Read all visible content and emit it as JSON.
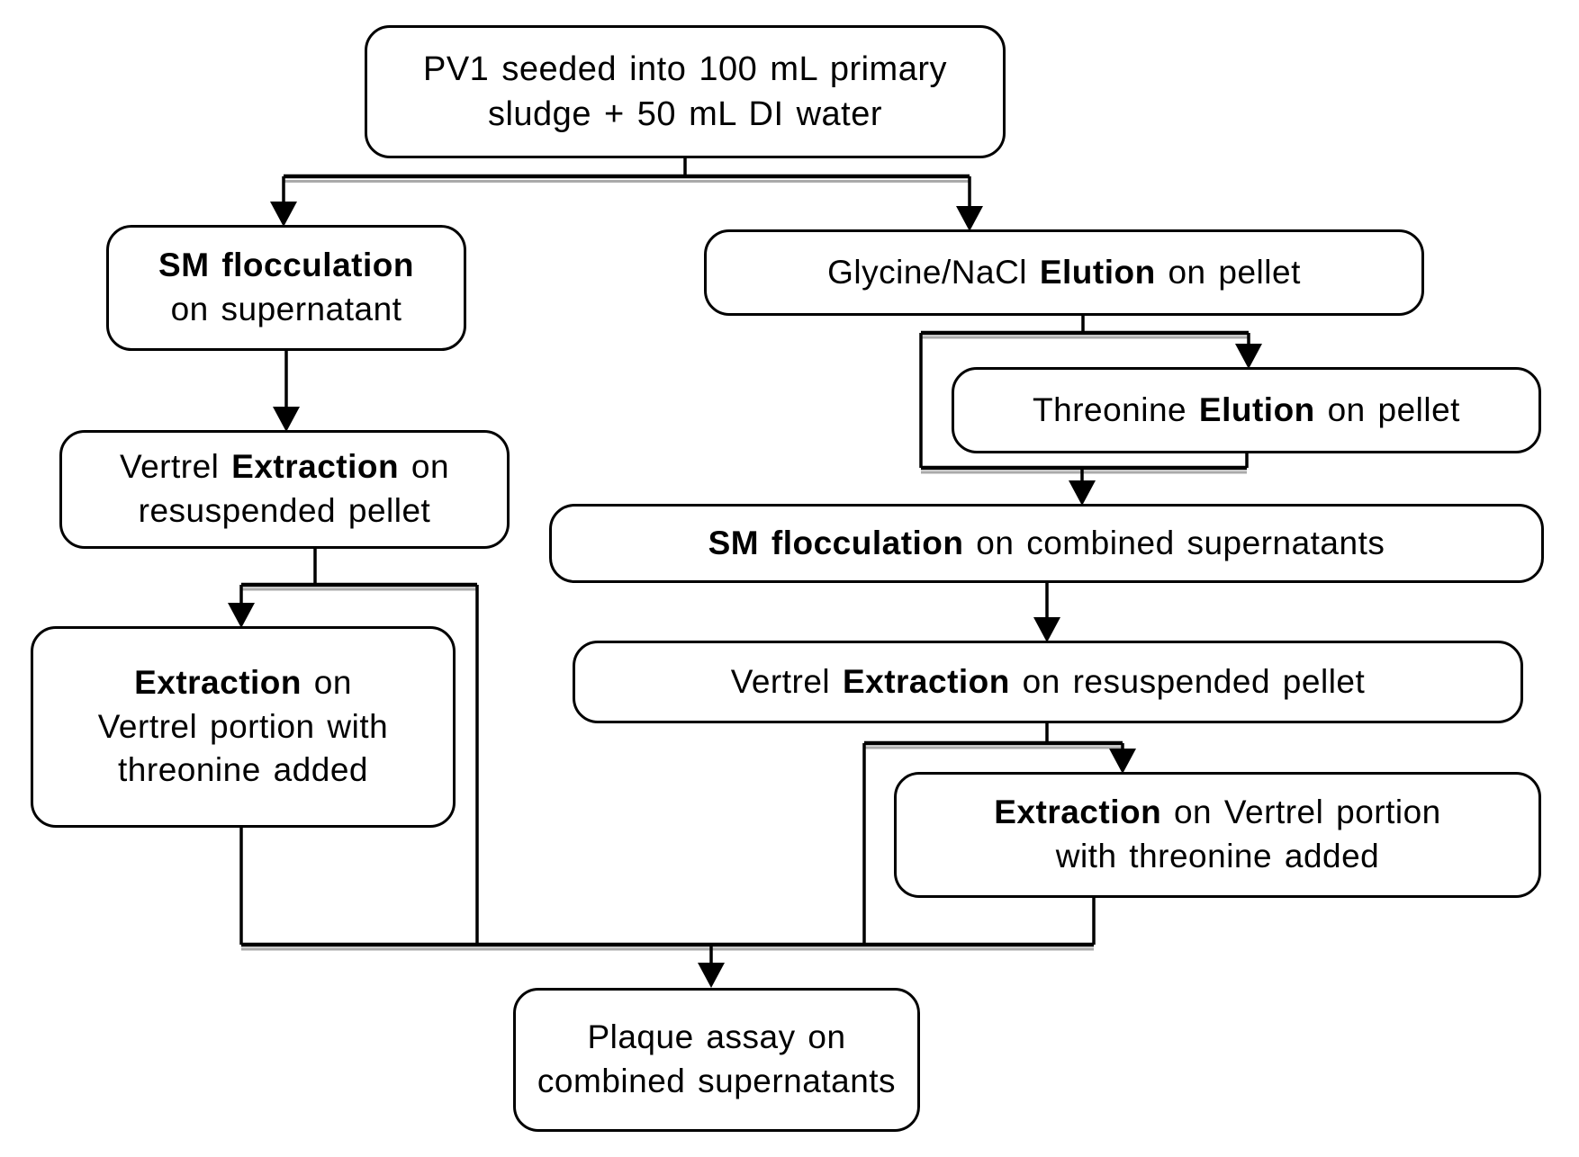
{
  "diagram": {
    "background_color": "#ffffff",
    "line_color": "#000000",
    "box_fill_color": "#ffffff",
    "nodes": {
      "seed": {
        "lines": [
          [
            {
              "text": "PV1 seeded into 100 mL primary",
              "bold": false
            }
          ],
          [
            {
              "text": "sludge + 50 mL DI water",
              "bold": false
            }
          ]
        ]
      },
      "sm_flocc_left": {
        "lines": [
          [
            {
              "text": "SM flocculation",
              "bold": true
            }
          ],
          [
            {
              "text": "on supernatant",
              "bold": false
            }
          ]
        ]
      },
      "vertrel_left": {
        "lines": [
          [
            {
              "text": "Vertrel ",
              "bold": false
            },
            {
              "text": "Extraction",
              "bold": true
            },
            {
              "text": " on",
              "bold": false
            }
          ],
          [
            {
              "text": "resuspended pellet",
              "bold": false
            }
          ]
        ]
      },
      "extraction_left": {
        "lines": [
          [
            {
              "text": "Extraction",
              "bold": true
            },
            {
              "text": " on",
              "bold": false
            }
          ],
          [
            {
              "text": "Vertrel portion with",
              "bold": false
            }
          ],
          [
            {
              "text": "threonine added",
              "bold": false
            }
          ]
        ]
      },
      "glycine": {
        "lines": [
          [
            {
              "text": "Glycine/NaCl ",
              "bold": false
            },
            {
              "text": "Elution",
              "bold": true
            },
            {
              "text": " on pellet",
              "bold": false
            }
          ]
        ]
      },
      "threonine": {
        "lines": [
          [
            {
              "text": "Threonine ",
              "bold": false
            },
            {
              "text": "Elution",
              "bold": true
            },
            {
              "text": " on pellet",
              "bold": false
            }
          ]
        ]
      },
      "sm_flocc_combined": {
        "lines": [
          [
            {
              "text": "SM flocculation",
              "bold": true
            },
            {
              "text": " on combined supernatants",
              "bold": false
            }
          ]
        ]
      },
      "vertrel_right": {
        "lines": [
          [
            {
              "text": "Vertrel ",
              "bold": false
            },
            {
              "text": "Extraction",
              "bold": true
            },
            {
              "text": " on resuspended pellet",
              "bold": false
            }
          ]
        ]
      },
      "extraction_right": {
        "lines": [
          [
            {
              "text": "Extraction",
              "bold": true
            },
            {
              "text": " on Vertrel portion",
              "bold": false
            }
          ],
          [
            {
              "text": "with threonine added",
              "bold": false
            }
          ]
        ]
      },
      "plaque": {
        "lines": [
          [
            {
              "text": "Plaque assay on",
              "bold": false
            }
          ],
          [
            {
              "text": "combined supernatants",
              "bold": false
            }
          ]
        ]
      }
    },
    "edges": [
      {
        "from": "seed",
        "to": "sm_flocc_left"
      },
      {
        "from": "seed",
        "to": "glycine"
      },
      {
        "from": "sm_flocc_left",
        "to": "vertrel_left"
      },
      {
        "from": "vertrel_left",
        "to": "extraction_left"
      },
      {
        "from": "vertrel_left",
        "to": "plaque"
      },
      {
        "from": "extraction_left",
        "to": "plaque"
      },
      {
        "from": "glycine",
        "to": "threonine"
      },
      {
        "from": "glycine",
        "to": "sm_flocc_combined"
      },
      {
        "from": "threonine",
        "to": "sm_flocc_combined"
      },
      {
        "from": "sm_flocc_combined",
        "to": "vertrel_right"
      },
      {
        "from": "vertrel_right",
        "to": "extraction_right"
      },
      {
        "from": "vertrel_right",
        "to": "plaque"
      },
      {
        "from": "extraction_right",
        "to": "plaque"
      }
    ]
  }
}
